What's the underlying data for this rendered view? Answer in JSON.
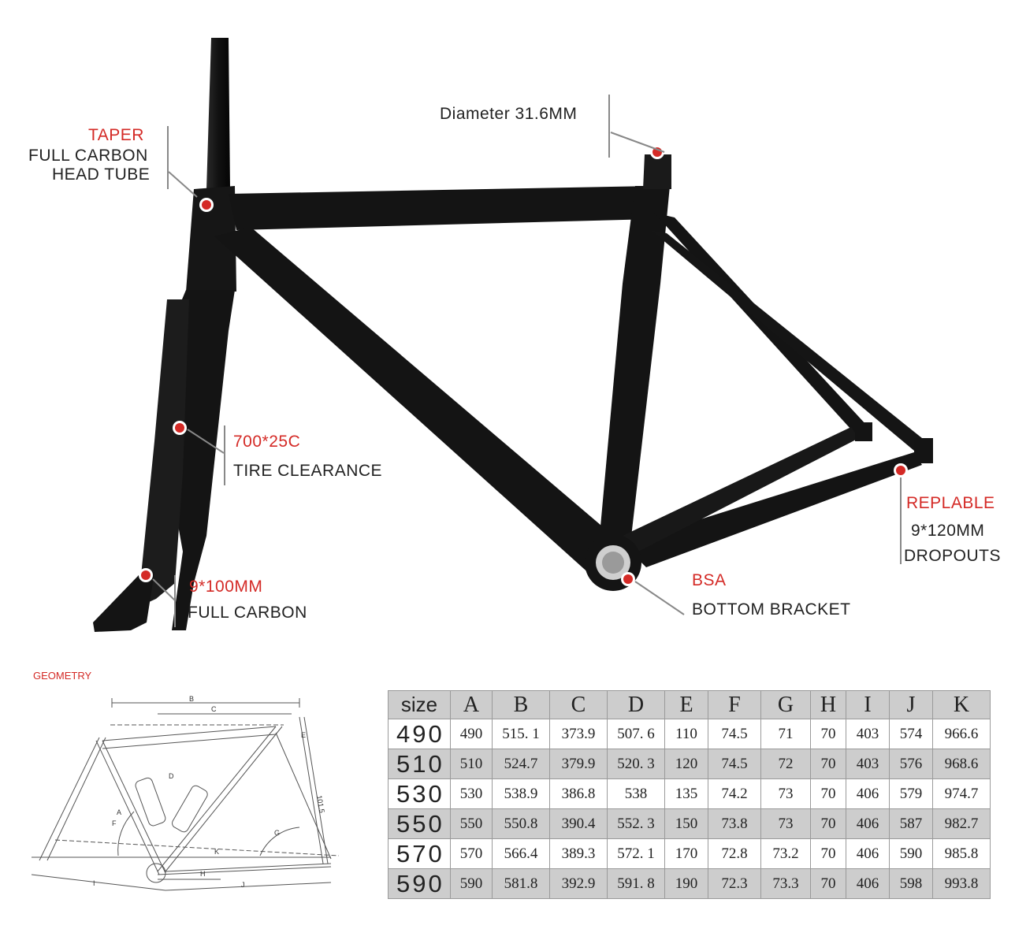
{
  "callouts": {
    "taper": {
      "title": "TAPER",
      "line1": "FULL CARBON",
      "line2": "HEAD TUBE"
    },
    "diameter": {
      "text": "Diameter 31.6MM"
    },
    "tire": {
      "title": "700*25C",
      "text": "TIRE CLEARANCE"
    },
    "fork_axle": {
      "title": "9*100MM",
      "text": "FULL CARBON"
    },
    "bsa": {
      "title": "BSA",
      "text": "BOTTOM BRACKET"
    },
    "dropouts": {
      "title": "REPLABLE",
      "line1": "9*120MM",
      "line2": "DROPOUTS"
    }
  },
  "geometry": {
    "heading": "GEOMETRY",
    "diagram_labels": [
      "B",
      "C",
      "E",
      "D",
      "A",
      "F",
      "G",
      "K",
      "H",
      "J",
      "I",
      "101.5"
    ]
  },
  "table": {
    "headers": [
      "size",
      "A",
      "B",
      "C",
      "D",
      "E",
      "F",
      "G",
      "H",
      "I",
      "J",
      "K"
    ],
    "rows": [
      [
        "490",
        "490",
        "515. 1",
        "373.9",
        "507. 6",
        "110",
        "74.5",
        "71",
        "70",
        "403",
        "574",
        "966.6"
      ],
      [
        "510",
        "510",
        "524.7",
        "379.9",
        "520. 3",
        "120",
        "74.5",
        "72",
        "70",
        "403",
        "576",
        "968.6"
      ],
      [
        "530",
        "530",
        "538.9",
        "386.8",
        "538",
        "135",
        "74.2",
        "73",
        "70",
        "406",
        "579",
        "974.7"
      ],
      [
        "550",
        "550",
        "550.8",
        "390.4",
        "552. 3",
        "150",
        "73.8",
        "73",
        "70",
        "406",
        "587",
        "982.7"
      ],
      [
        "570",
        "570",
        "566.4",
        "389.3",
        "572. 1",
        "170",
        "72.8",
        "73.2",
        "70",
        "406",
        "590",
        "985.8"
      ],
      [
        "590",
        "590",
        "581.8",
        "392.9",
        "591. 8",
        "190",
        "72.3",
        "73.3",
        "70",
        "406",
        "598",
        "993.8"
      ]
    ]
  },
  "colors": {
    "accent": "#d42a26",
    "frame": "#141414",
    "row_shade": "#cdcdcd"
  }
}
